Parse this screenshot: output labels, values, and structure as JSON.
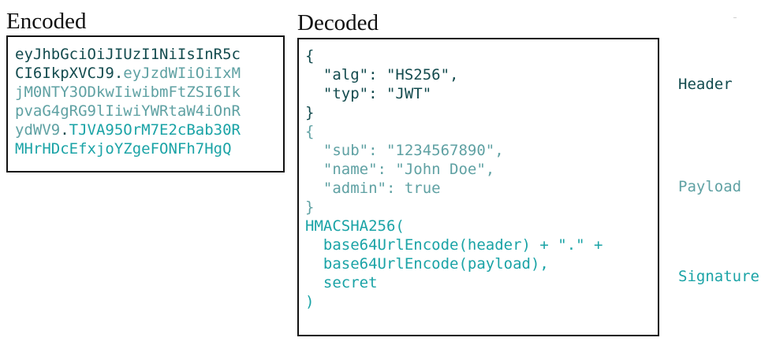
{
  "headings": {
    "encoded": "Encoded",
    "decoded": "Decoded"
  },
  "encoded": {
    "lines": [
      [
        {
          "text": "eyJhbGciOiJIUzI1NiIsInR5c",
          "part": "header"
        }
      ],
      [
        {
          "text": "CI6IkpXVCJ9",
          "part": "header"
        },
        {
          "text": ".",
          "part": "header"
        },
        {
          "text": "eyJzdWIiOiIxM",
          "part": "payload"
        }
      ],
      [
        {
          "text": "jM0NTY3ODkwIiwibmFtZSI6Ik",
          "part": "payload"
        }
      ],
      [
        {
          "text": "pvaG4gRG9lIiwiYWRtaW4iOnR",
          "part": "payload"
        }
      ],
      [
        {
          "text": "ydWV9",
          "part": "payload"
        },
        {
          "text": ".",
          "part": "header"
        },
        {
          "text": "TJVA95OrM7E2cBab30R",
          "part": "sig"
        }
      ],
      [
        {
          "text": "MHrHDcEfxjoYZgeFONFh7HgQ",
          "part": "sig"
        }
      ]
    ]
  },
  "decoded": {
    "lines": [
      {
        "text": "{",
        "part": "header"
      },
      {
        "text": "  \"alg\": \"HS256\",",
        "part": "header"
      },
      {
        "text": "  \"typ\": \"JWT\"",
        "part": "header"
      },
      {
        "text": "}",
        "part": "header"
      },
      {
        "text": "{",
        "part": "payload"
      },
      {
        "text": "  \"sub\": \"1234567890\",",
        "part": "payload"
      },
      {
        "text": "  \"name\": \"John Doe\",",
        "part": "payload"
      },
      {
        "text": "  \"admin\": true",
        "part": "payload"
      },
      {
        "text": "}",
        "part": "payload"
      },
      {
        "text": "HMACSHA256(",
        "part": "sig"
      },
      {
        "text": "  base64UrlEncode(header) + \".\" +",
        "part": "sig"
      },
      {
        "text": "  base64UrlEncode(payload),",
        "part": "sig"
      },
      {
        "text": "  secret",
        "part": "sig"
      },
      {
        "text": ")",
        "part": "sig"
      }
    ]
  },
  "labels": {
    "header": "Header",
    "payload": "Payload",
    "signature": "Signature"
  },
  "colors": {
    "header": "#134b4e",
    "payload": "#5fa1a3",
    "signature": "#1aa3a6"
  }
}
